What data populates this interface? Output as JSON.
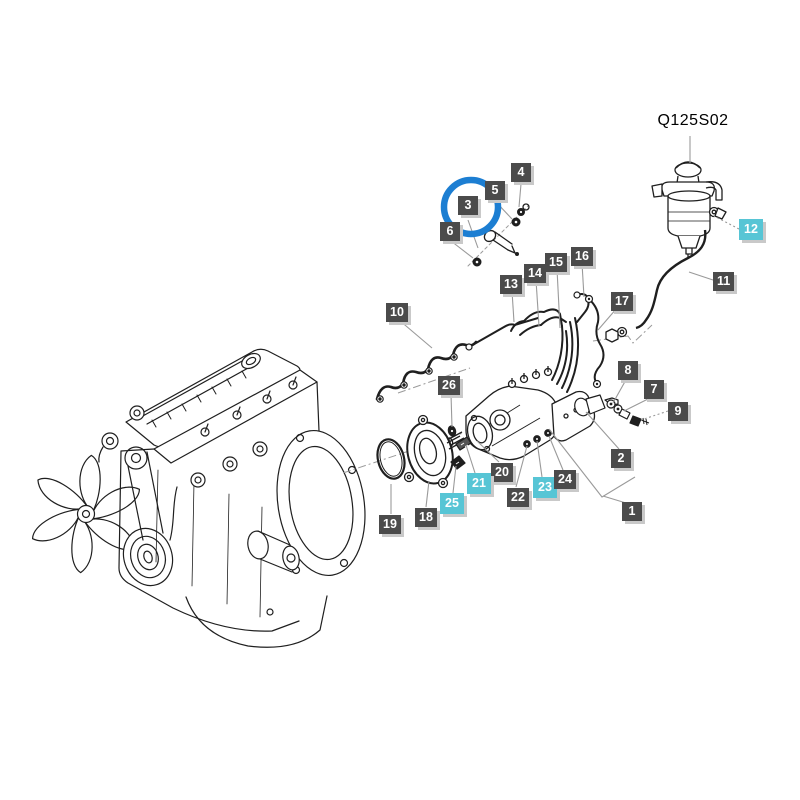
{
  "diagram": {
    "title": "Q125S02",
    "colors": {
      "label_dark": "#4b4b4b",
      "label_highlight": "#57c5d5",
      "label_shadow": "#c9c9c9",
      "highlight_circle": "#1c7ed2",
      "leader_line": "#9a9a9a",
      "line_art": "#1f1f1f"
    },
    "highlighted_labels": [
      "12",
      "21",
      "23",
      "25"
    ],
    "circled_label": "3",
    "labels": [
      {
        "num": "1",
        "highlighted": false
      },
      {
        "num": "2",
        "highlighted": false
      },
      {
        "num": "3",
        "highlighted": false
      },
      {
        "num": "4",
        "highlighted": false
      },
      {
        "num": "5",
        "highlighted": false
      },
      {
        "num": "6",
        "highlighted": false
      },
      {
        "num": "7",
        "highlighted": false
      },
      {
        "num": "8",
        "highlighted": false
      },
      {
        "num": "9",
        "highlighted": false
      },
      {
        "num": "10",
        "highlighted": false
      },
      {
        "num": "11",
        "highlighted": false
      },
      {
        "num": "12",
        "highlighted": true
      },
      {
        "num": "13",
        "highlighted": false
      },
      {
        "num": "14",
        "highlighted": false
      },
      {
        "num": "15",
        "highlighted": false
      },
      {
        "num": "16",
        "highlighted": false
      },
      {
        "num": "17",
        "highlighted": false
      },
      {
        "num": "18",
        "highlighted": false
      },
      {
        "num": "19",
        "highlighted": false
      },
      {
        "num": "20",
        "highlighted": false
      },
      {
        "num": "21",
        "highlighted": true
      },
      {
        "num": "22",
        "highlighted": false
      },
      {
        "num": "23",
        "highlighted": true
      },
      {
        "num": "24",
        "highlighted": false
      },
      {
        "num": "25",
        "highlighted": true
      },
      {
        "num": "26",
        "highlighted": false
      }
    ]
  }
}
